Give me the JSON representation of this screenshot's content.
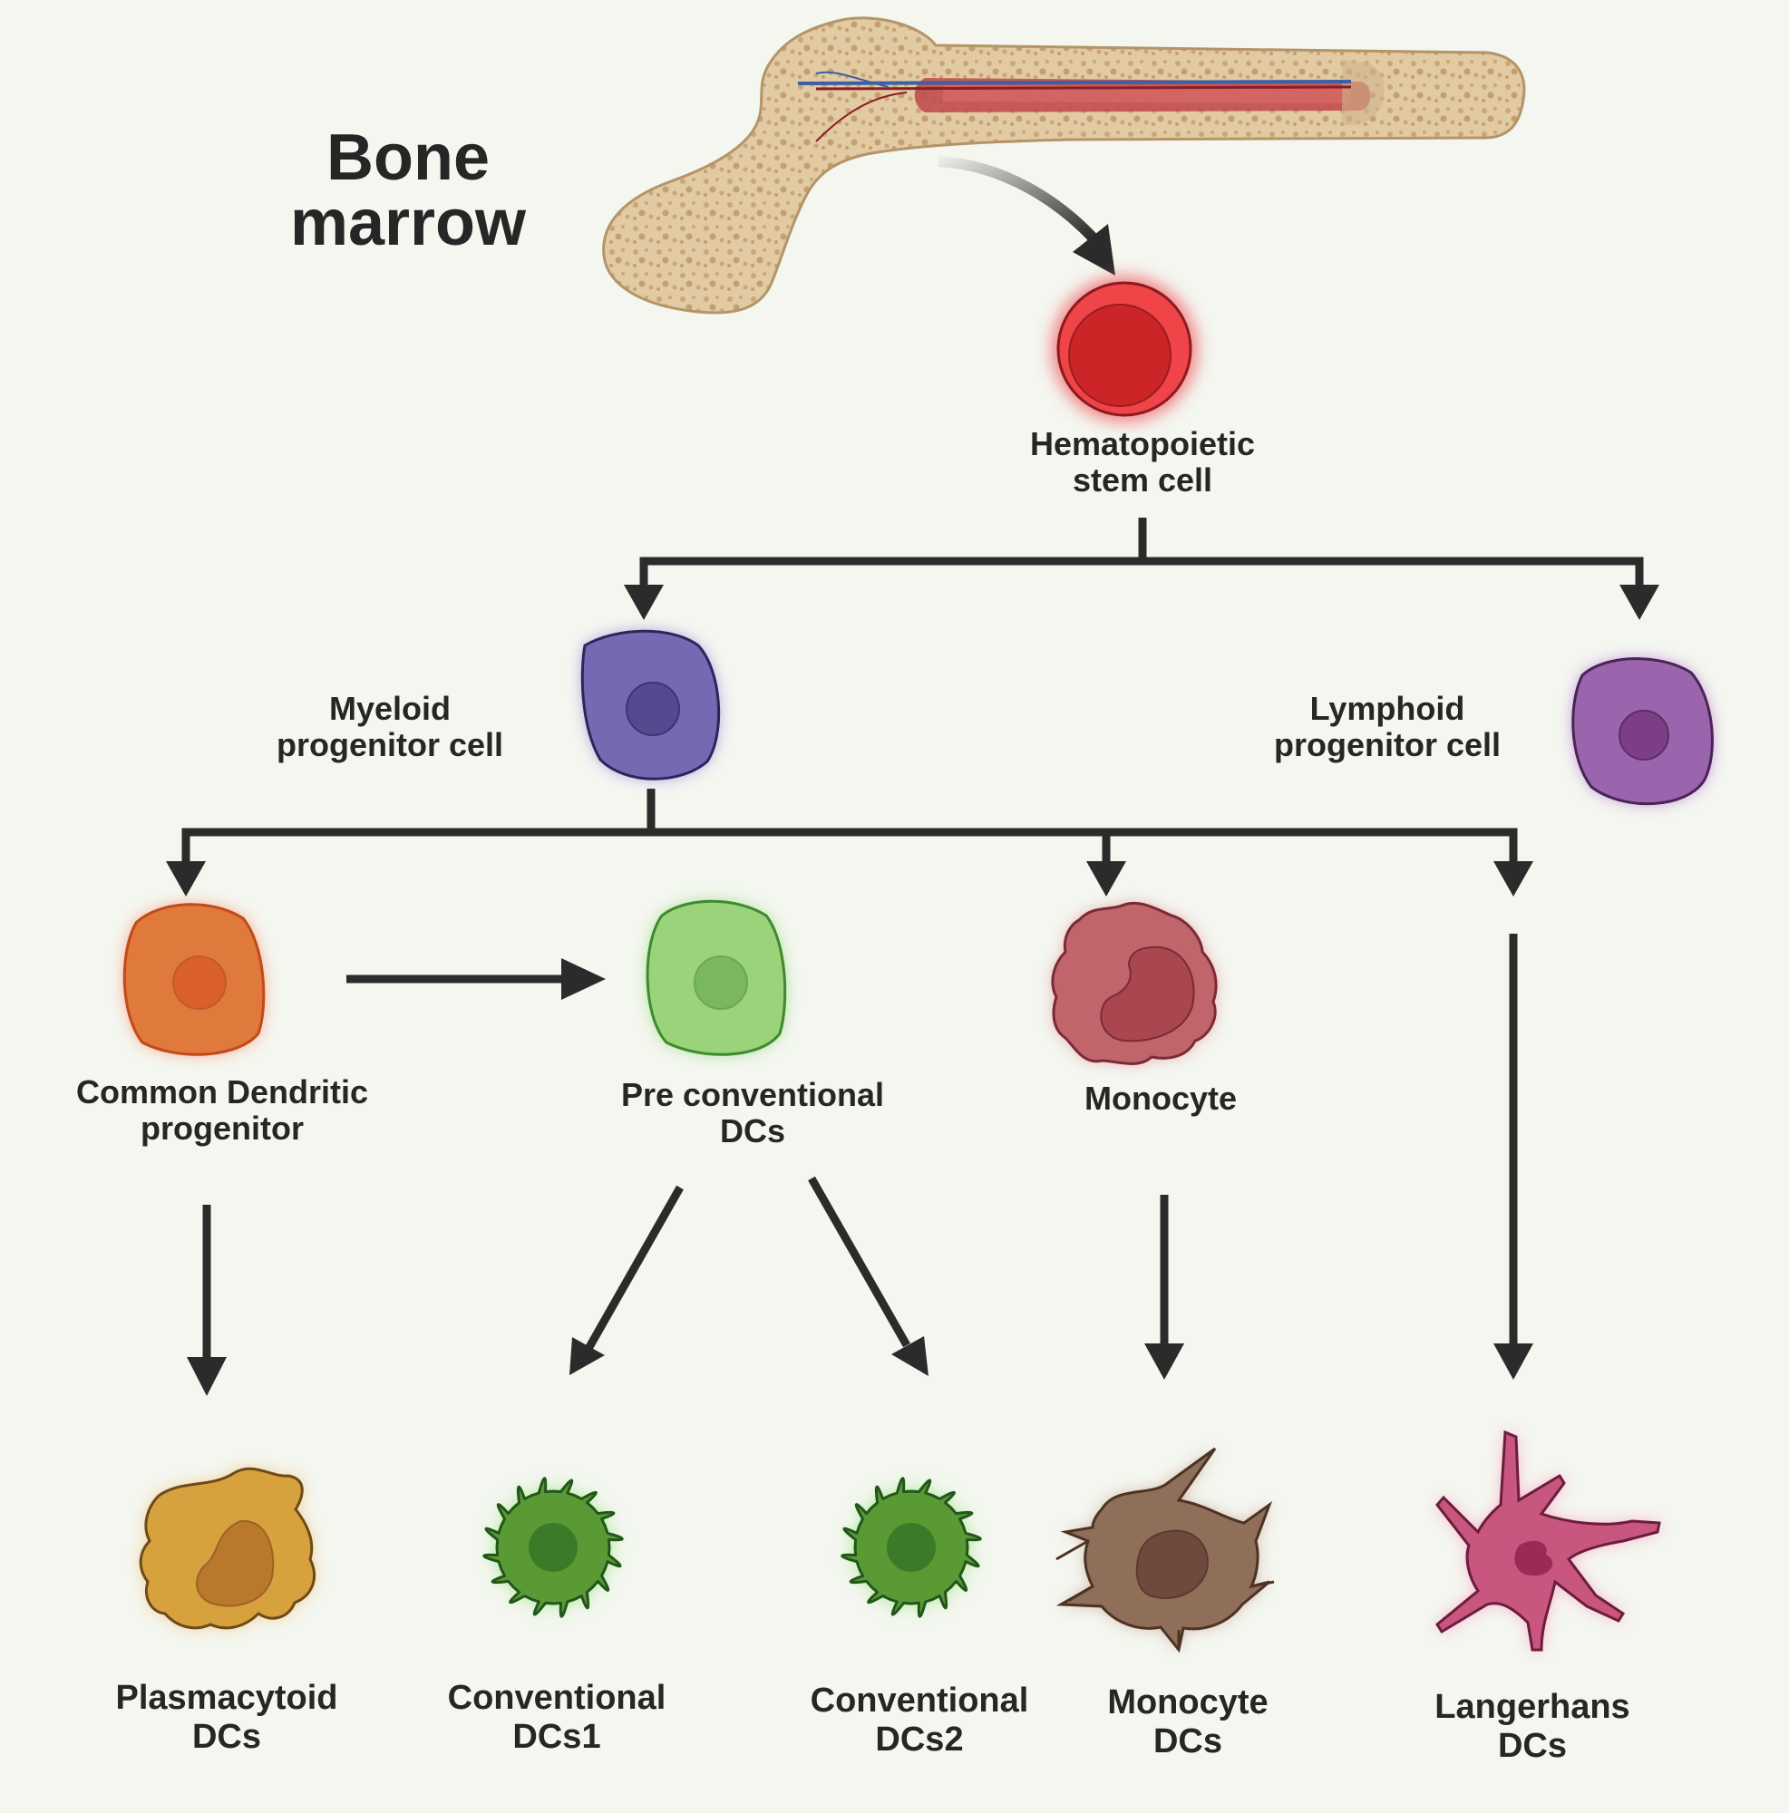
{
  "title": {
    "line1": "Bone",
    "line2": "marrow"
  },
  "nodes": {
    "hsc": {
      "line1": "Hematopoietic",
      "line2": "stem cell",
      "color": "#d9292e"
    },
    "myeloid": {
      "line1": "Myeloid",
      "line2": "progenitor cell",
      "color": "#7a6bb8"
    },
    "lymphoid": {
      "line1": "Lymphoid",
      "line2": "progenitor cell",
      "color": "#9b5fac"
    },
    "cdp": {
      "line1": "Common Dendritic",
      "line2": "progenitor",
      "color": "#e07a3c"
    },
    "precdc": {
      "line1": "Pre conventional",
      "line2": "DCs",
      "color": "#9bd37a"
    },
    "monocyte": {
      "line1": "Monocyte",
      "color": "#c0656c"
    },
    "pdc": {
      "line1": "Plasmacytoid",
      "line2": "DCs",
      "color": "#d7a23e"
    },
    "cdc1": {
      "line1": "Conventional",
      "line2": "DCs1",
      "color": "#5a9a35"
    },
    "cdc2": {
      "line1": "Conventional",
      "line2": "DCs2",
      "color": "#5a9a35"
    },
    "modc": {
      "line1": "Monocyte",
      "line2": "DCs",
      "color": "#8f6e5a"
    },
    "lc": {
      "line1": "Langerhans",
      "line2": "DCs",
      "color": "#c8567e"
    }
  }
}
